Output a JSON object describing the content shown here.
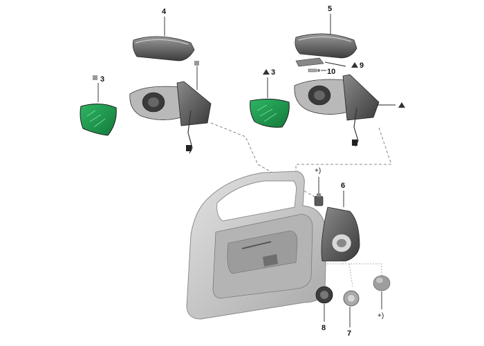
{
  "callouts": {
    "c4": "4",
    "c5": "5",
    "c3_left": "3",
    "c3_right": "3",
    "c9": "9",
    "c10": "10",
    "c6": "6",
    "c8": "8",
    "c7": "7",
    "plus_top": "+)",
    "plus_bottom": "+)"
  },
  "markers": {
    "left_mirror": "square",
    "right_mirror": "triangle"
  },
  "colors": {
    "glass_green": "#1f9a4f",
    "part_dark": "#4a4a4a",
    "part_light": "#bdbdbd",
    "door_grey": "#c8c8c8"
  }
}
